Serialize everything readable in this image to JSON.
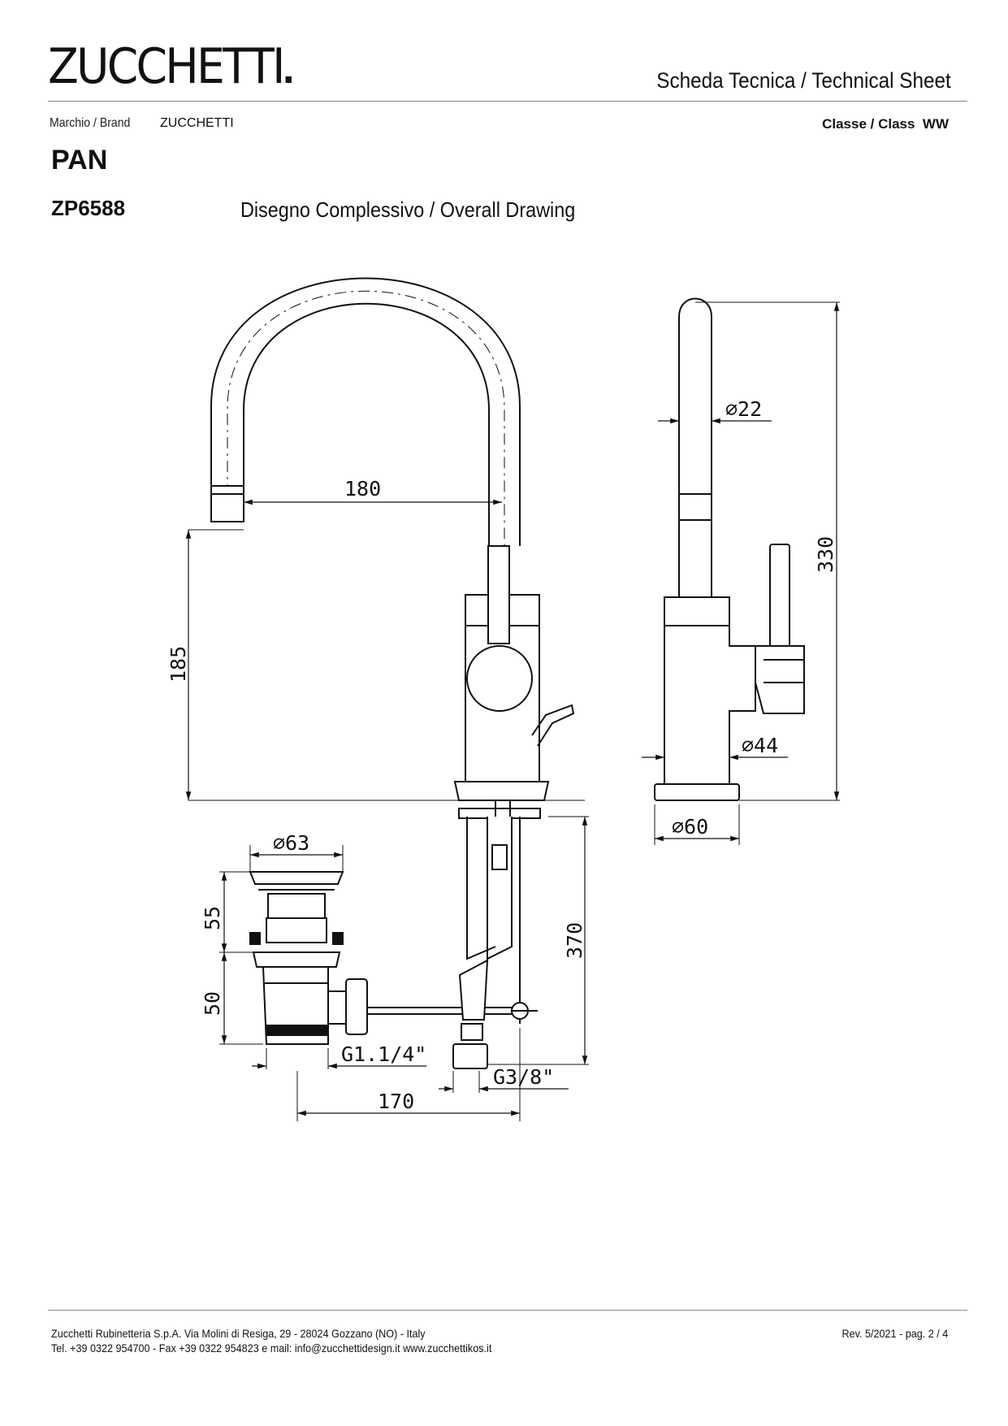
{
  "header": {
    "logo_text": "ZUCCHETTI",
    "sheet_title": "Scheda Tecnica / Technical Sheet",
    "brand_label": "Marchio / Brand",
    "brand_value": "ZUCCHETTI",
    "class_label": "Classe / Class",
    "class_value": "WW"
  },
  "product": {
    "name": "PAN",
    "code": "ZP6588",
    "drawing_title": "Disegno Complessivo / Overall Drawing"
  },
  "dimensions": {
    "spout_reach": "180",
    "spout_height": "185",
    "spout_diameter": "⌀22",
    "body_diameter": "⌀44",
    "base_diameter": "⌀60",
    "total_height": "330",
    "waste_diameter": "⌀63",
    "waste_top_height": "55",
    "waste_bottom_height": "50",
    "waste_thread": "G1.1/4\"",
    "supply_thread": "G3/8\"",
    "hose_length": "370",
    "rod_length": "170"
  },
  "footer": {
    "company_line": "Zucchetti Rubinetteria S.p.A. Via Molini di Resiga, 29 - 28024 Gozzano (NO) - Italy",
    "contact_line": "Tel. +39 0322 954700 - Fax +39 0322 954823 e mail: info@zucchettidesign.it www.zucchettikos.it",
    "revision": "Rev. 5/2021 - pag. 2 / 4"
  }
}
